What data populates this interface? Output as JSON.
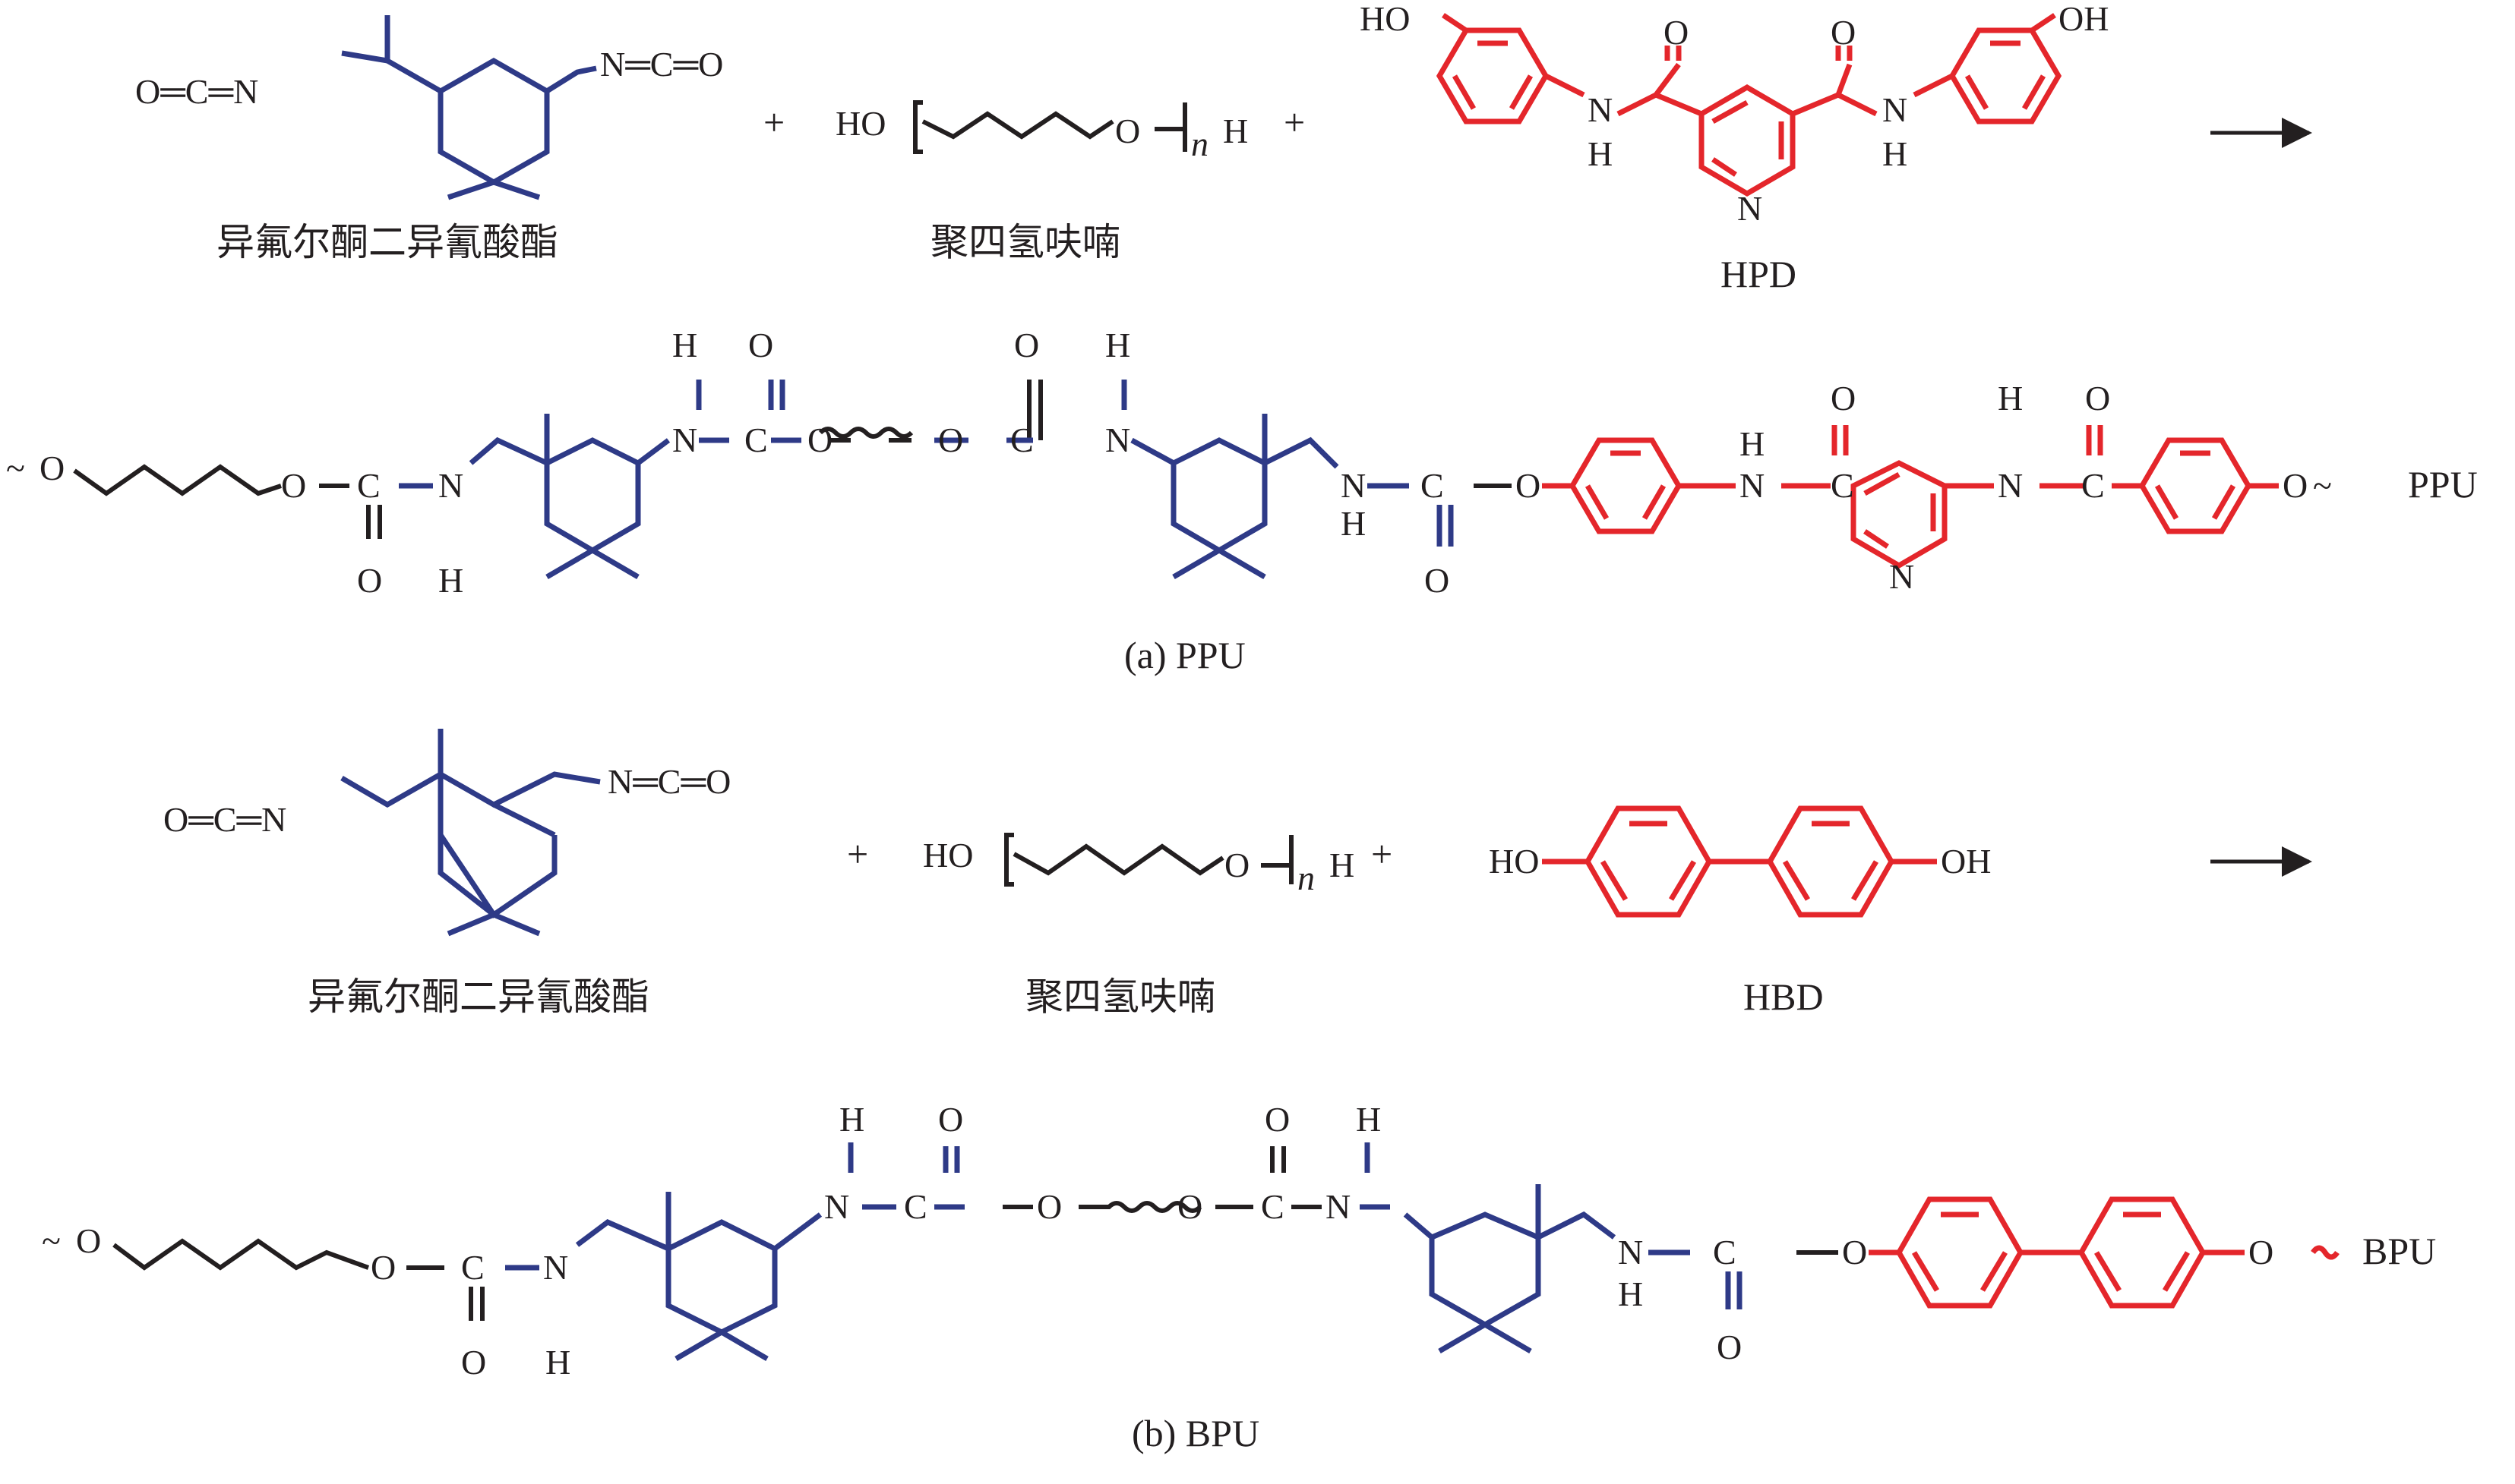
{
  "colors": {
    "ink": "#231f20",
    "ipdi_blue": "#2e3a87",
    "extender_red": "#e4262b"
  },
  "panel_a": {
    "caption": "(a) PPU",
    "reactants": {
      "diisocyanate_name": "异氟尔酮二异氰酸酯",
      "polyol_name": "聚四氢呋喃",
      "extender_name": "HPD",
      "plus": "+",
      "polyol_prefix": "HO",
      "polyol_repeat": "n",
      "polyol_end": "H",
      "isocyanate_left": "O═C═N",
      "isocyanate_right": "N═C═O",
      "hydroxyl": "HO",
      "hydroxyl_right": "OH",
      "nh": "N",
      "h": "H",
      "o": "O",
      "pyridine_n": "N"
    },
    "product_label": "PPU"
  },
  "panel_b": {
    "caption": "(b) BPU",
    "reactants": {
      "diisocyanate_name": "异氟尔酮二异氰酸酯",
      "polyol_name": "聚四氢呋喃",
      "extender_name": "HBD",
      "plus": "+",
      "polyol_prefix": "HO",
      "polyol_repeat": "n",
      "polyol_end": "H",
      "isocyanate_left": "O═C═N",
      "isocyanate_right": "N═C═O",
      "hydroxyl": "HO",
      "hydroxyl_right": "OH"
    },
    "product_label": "BPU"
  },
  "atoms": {
    "o": "O",
    "c": "C",
    "n": "N",
    "h": "H",
    "tilde": "~"
  }
}
